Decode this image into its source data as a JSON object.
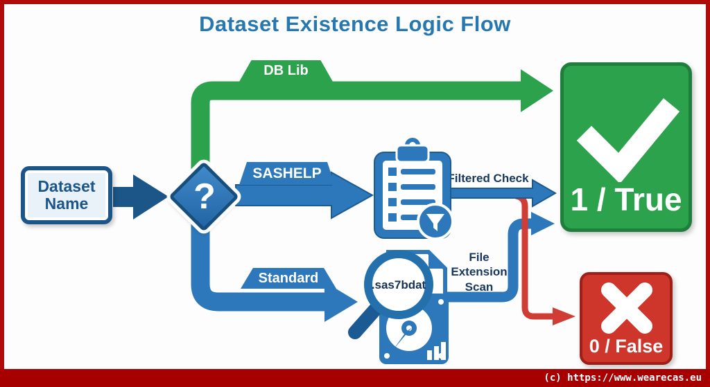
{
  "title": "Dataset Existence Logic Flow",
  "nodes": {
    "dataset_name": "Dataset Name",
    "decision": "?",
    "result_true": "1 / True",
    "result_false": "0 / False"
  },
  "branch_labels": {
    "db_lib": "DB Lib",
    "sashelp": "SASHELP",
    "standard": "Standard"
  },
  "annotations": {
    "filtered_check": "Filtered Check",
    "file_extension_scan": "File\nExtension\nScan",
    "scanned_extension": ".sas7bdat"
  },
  "icons": {
    "clipboard_checklist": "clipboard-checklist-icon",
    "filter_funnel": "filter-funnel-icon",
    "magnifier": "magnifier-icon",
    "document_file": "document-file-icon",
    "hard_drive": "hard-drive-icon",
    "checkmark": "checkmark-icon",
    "cross": "cross-icon",
    "question_mark": "question-mark-icon"
  },
  "colors": {
    "title_blue": "#2778b1",
    "flow_blue": "#2d78ba",
    "flow_blue_dark": "#1b5a93",
    "node_border_blue": "#1c5588",
    "green": "#2ba24b",
    "green_dark": "#1f7e3c",
    "red_box": "#ce362c",
    "red_box_dark": "#9e1f18",
    "red_line": "#cf3d35",
    "frame_red": "#b00b0b",
    "footer_bar_red": "#a60000"
  },
  "footer": {
    "credit": "(c) https://www.wearecas.eu"
  }
}
